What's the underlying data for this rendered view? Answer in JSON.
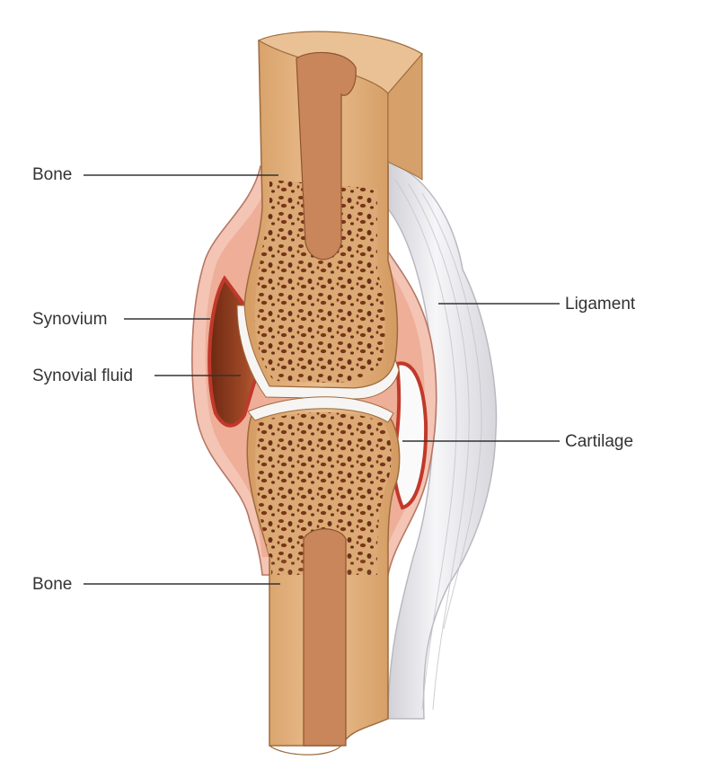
{
  "labels": {
    "bone_top": "Bone",
    "synovium": "Synovium",
    "synovial_fluid": "Synovial fluid",
    "bone_bottom": "Bone",
    "ligament": "Ligament",
    "cartilage": "Cartilage"
  },
  "colors": {
    "bone_cortex": "#e6b583",
    "bone_cortex_dark": "#c98d52",
    "spongy_bone": "#d9a572",
    "spongy_pores": "#6b2e1a",
    "marrow_cavity": "#c9865a",
    "cartilage": "#f3f1f0",
    "synovium": "#c0392b",
    "capsule_pink": "#f2b7a6",
    "synovial_fluid": "#8e3a1c",
    "ligament": "#e9e9ec",
    "outline": "#5a3a28"
  }
}
